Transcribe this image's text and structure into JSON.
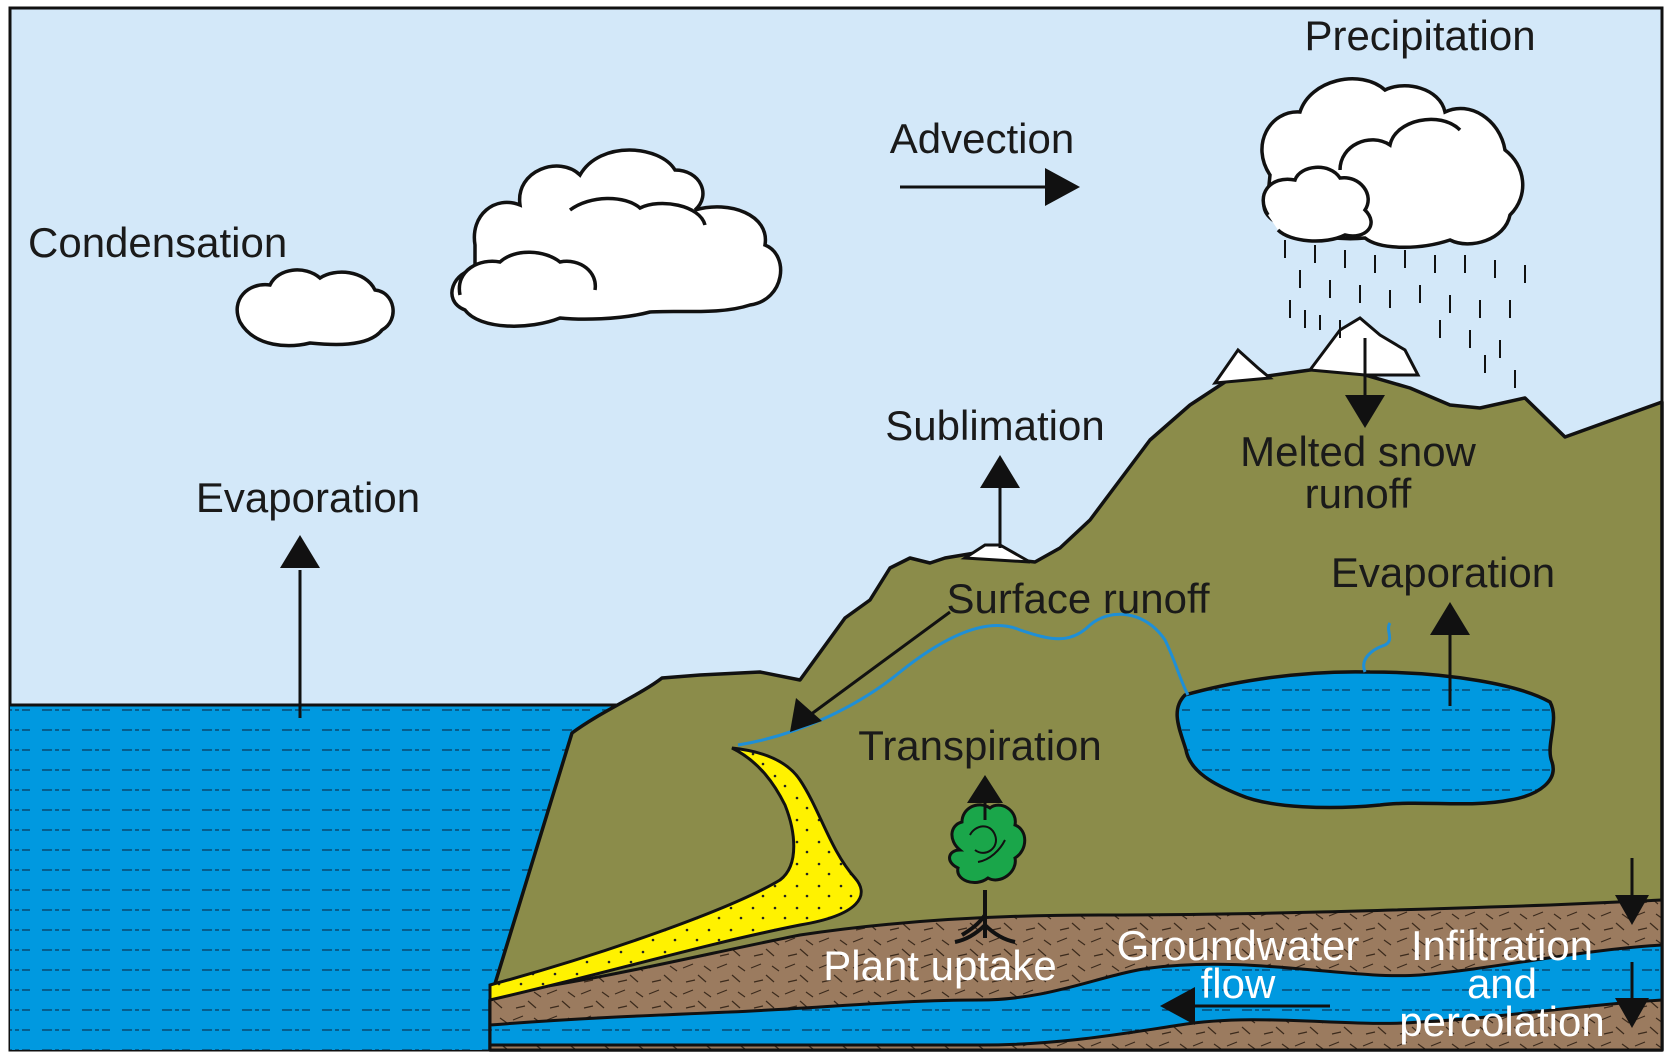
{
  "diagram": {
    "colors": {
      "sky": "#d3e8f9",
      "water": "#0099e0",
      "water_line": "#0b3a5c",
      "land": "#8b8c4a",
      "soil": "#9b7b5f",
      "sand": "#fff200",
      "snow": "#ffffff",
      "tree": "#1aa64a",
      "stream": "#1f8fd6",
      "outline": "#111111"
    },
    "labels": {
      "precipitation": "Precipitation",
      "advection": "Advection",
      "condensation": "Condensation",
      "sublimation": "Sublimation",
      "evaporation_ocean": "Evaporation",
      "melted_snow_line1": "Melted snow",
      "melted_snow_line2": "runoff",
      "evaporation_lake": "Evaporation",
      "surface_runoff": "Surface runoff",
      "transpiration": "Transpiration",
      "plant_uptake": "Plant uptake",
      "groundwater_line1": "Groundwater",
      "groundwater_line2": "flow",
      "infiltration_line1": "Infiltration",
      "infiltration_line2": "and",
      "infiltration_line3": "percolation"
    },
    "icons": [
      "cloud-icon",
      "tree-icon",
      "rain-icon",
      "snow-cap-icon"
    ]
  }
}
